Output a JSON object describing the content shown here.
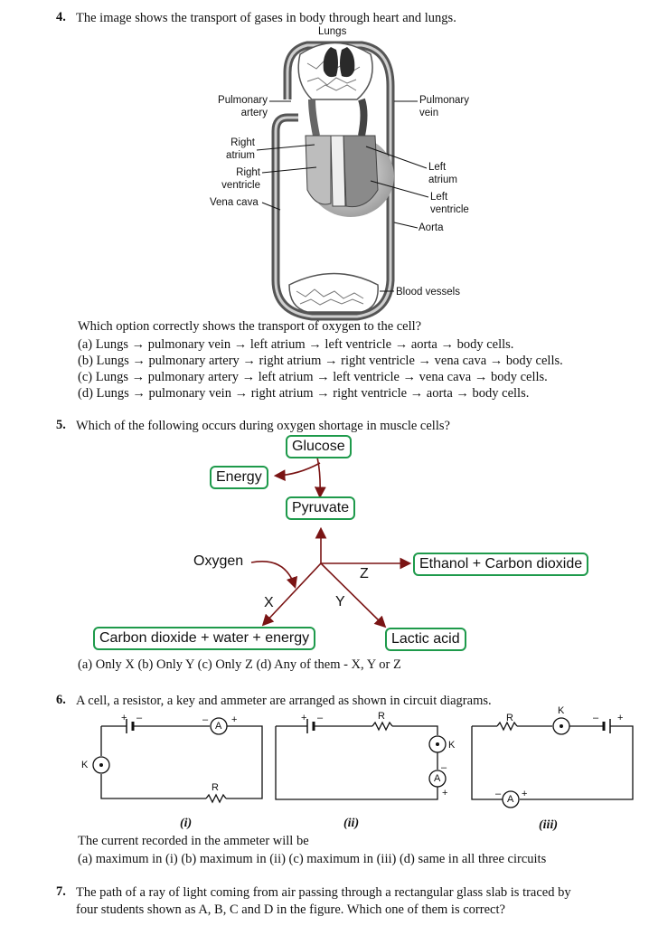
{
  "q4": {
    "number": "4.",
    "text": "The image shows the transport of gases in body through heart and lungs.",
    "labels": {
      "lungs": "Lungs",
      "pulmonary_artery_1": "Pulmonary",
      "pulmonary_artery_2": "artery",
      "pulmonary_vein_1": "Pulmonary",
      "pulmonary_vein_2": "vein",
      "right_atrium_1": "Right",
      "right_atrium_2": "atrium",
      "right_ventricle_1": "Right",
      "right_ventricle_2": "ventricle",
      "vena_cava": "Vena cava",
      "left_atrium_1": "Left",
      "left_atrium_2": "atrium",
      "left_ventricle_1": "Left",
      "left_ventricle_2": "ventricle",
      "aorta": "Aorta",
      "blood_vessels": "Blood vessels"
    },
    "question": "Which option correctly shows the transport of oxygen to the cell?",
    "options": [
      "(a) Lungs → pulmonary vein → left atrium → left ventricle → aorta → body cells.",
      "(b) Lungs → pulmonary artery → right atrium → right ventricle → vena cava → body cells.",
      "(c) Lungs → pulmonary artery → left atrium → left ventricle → vena cava → body cells.",
      "(d) Lungs → pulmonary vein → right atrium → right ventricle → aorta → body cells."
    ]
  },
  "q5": {
    "number": "5.",
    "text": "Which of the following occurs during oxygen shortage in muscle cells?",
    "flow": {
      "glucose": "Glucose",
      "energy": "Energy",
      "pyruvate": "Pyruvate",
      "oxygen": "Oxygen",
      "ethanol": "Ethanol + Carbon dioxide",
      "co2_water": "Carbon dioxide + water + energy",
      "lactic": "Lactic acid",
      "x": "X",
      "y": "Y",
      "z": "Z"
    },
    "options": "(a) Only X (b) Only Y (c) Only Z (d) Any of them - X, Y or Z"
  },
  "q6": {
    "number": "6.",
    "text": "A cell, a resistor, a key and ammeter are arranged as shown in circuit diagrams.",
    "symbols": {
      "ammeter": "A",
      "resistor": "R",
      "key": "K",
      "plus": "+",
      "minus": "–"
    },
    "captions": [
      "(i)",
      "(ii)",
      "(iii)"
    ],
    "result": "The current recorded in the ammeter will be",
    "options": "(a) maximum in (i) (b) maximum in (ii) (c) maximum in (iii) (d) same in all three circuits"
  },
  "q7": {
    "number": "7.",
    "line1": "The path of a ray of light coming from air passing through a rectangular glass slab is traced by",
    "line2": "four students shown as A, B, C and D in the figure. Which one of them is correct?"
  },
  "colors": {
    "box_border": "#1e9a4b",
    "arrow": "#7a1414"
  }
}
